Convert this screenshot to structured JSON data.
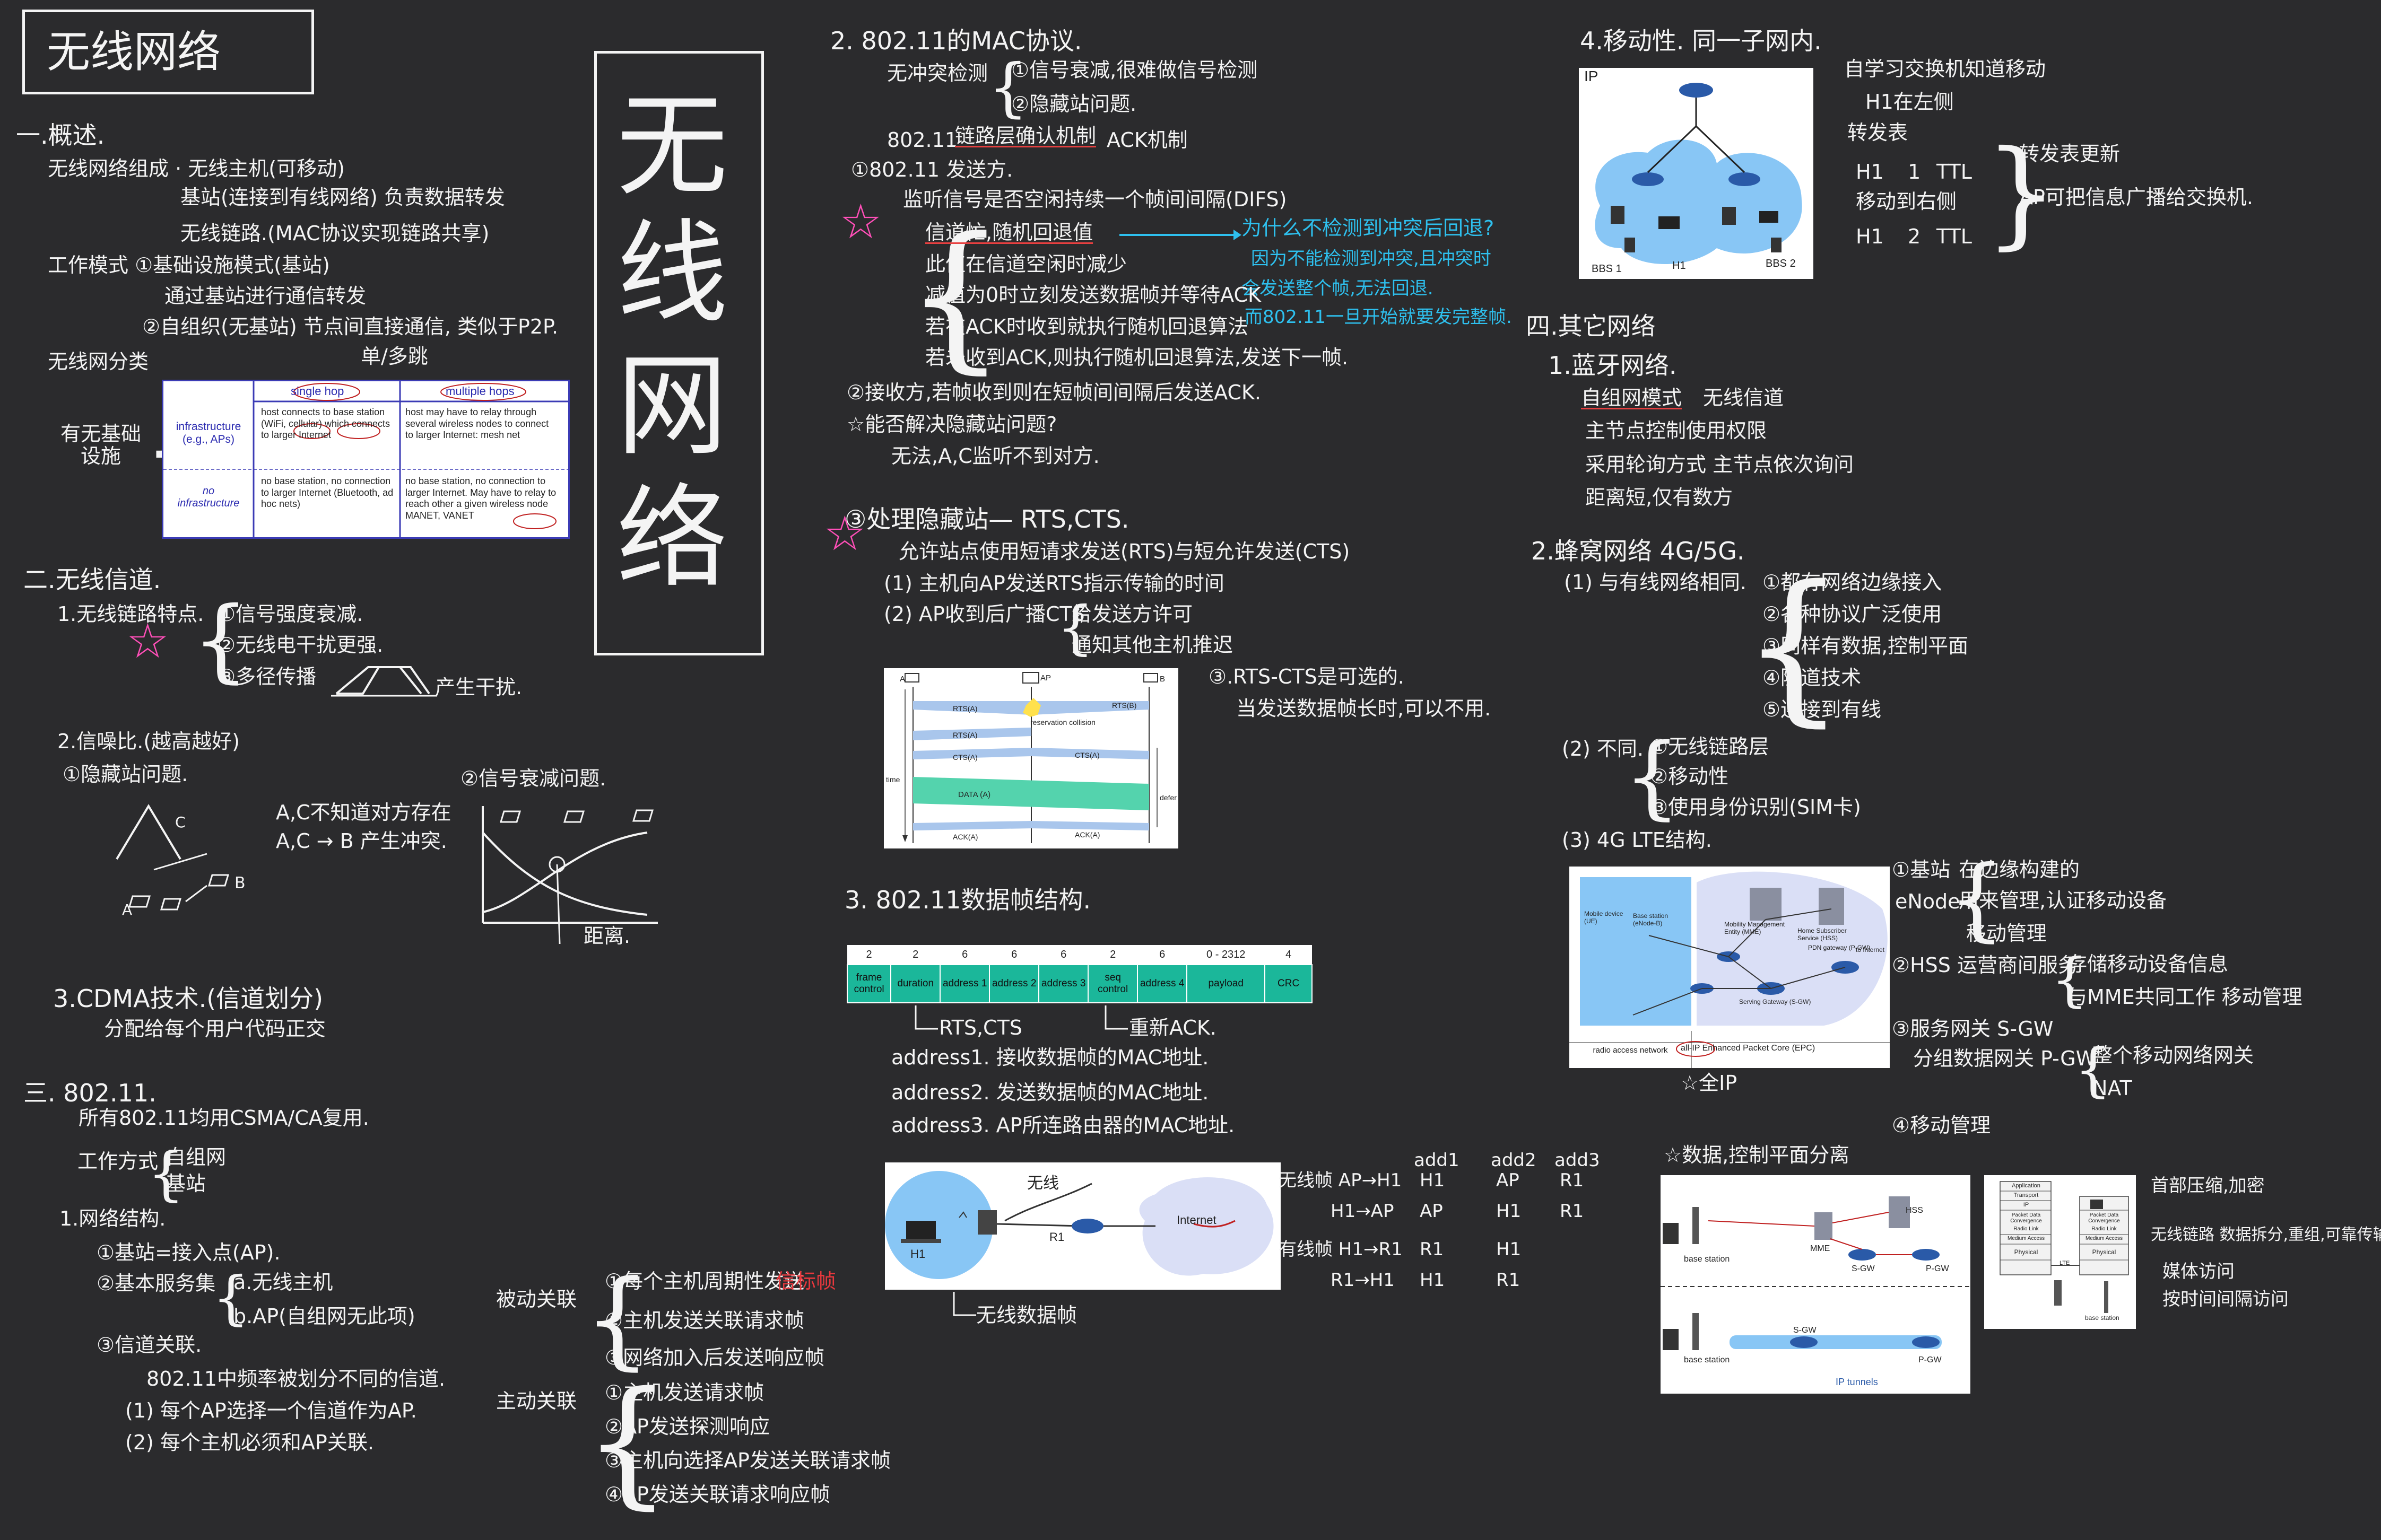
{
  "title": "无线网络",
  "vertical_title": [
    "无",
    "线",
    "网",
    "络"
  ],
  "col1": {
    "s1_head": "一.概述.",
    "s1_l1": "无线网络组成 · 无线主机(可移动)",
    "s1_l2": "基站(连接到有线网络) 负责数据转发",
    "s1_l3": "无线链路.(MAC协议实现链路共享)",
    "s1_l4": "工作模式 ①基础设施模式(基站)",
    "s1_l5": "通过基站进行通信转发",
    "s1_l6": "②自组织(无基站) 节点间直接通信, 类似于P2P.",
    "s1_l7": "无线网分类",
    "s1_l8": "单/多跳",
    "s1_l9": "有无基础设施",
    "table": {
      "h1": "single hop",
      "h2": "multiple hops",
      "r1": "infrastructure (e.g., APs)",
      "r2": "no infrastructure",
      "c11": "host connects to base station (WiFi, cellular) which connects to larger Internet",
      "c12": "host may have to relay through several wireless nodes to connect to larger Internet: mesh net",
      "c21": "no base station, no connection to larger Internet (Bluetooth, ad hoc nets)",
      "c22": "no base station, no connection to larger Internet. May have to relay to reach other a given wireless node MANET, VANET"
    },
    "s2_head": "二.无线信道.",
    "s2_l1": "1.无线链路特点.",
    "s2_l2": "①信号强度衰减.",
    "s2_l3": "②无线电干扰更强.",
    "s2_l4": "③多径传播",
    "s2_l4b": "产生干扰.",
    "s2_l5": "2.信噪比.(越高越好)",
    "s2_l6": "①隐藏站问题.",
    "s2_l7": "A,C不知道对方存在",
    "s2_l8": "A,C → B 产生冲突.",
    "s2_l9": "②信号衰减问题.",
    "s2_l9b": "距离.",
    "s2_l10": "3.CDMA技术.(信道划分)",
    "s2_l11": "分配给每个用户代码正交",
    "s3_head": "三. 802.11.",
    "s3_l1": "所有802.11均用CSMA/CA复用.",
    "s3_l2": "工作方式",
    "s3_l2a": "自组网",
    "s3_l2b": "基站",
    "s3_l3": "1.网络结构.",
    "s3_l4": "①基站=接入点(AP).",
    "s3_l5": "②基本服务集",
    "s3_l5a": "a.无线主机",
    "s3_l5b": "b.AP(自组网无此项)",
    "s3_l6": "③信道关联.",
    "s3_l7": "802.11中频率被划分不同的信道.",
    "s3_l8": "(1) 每个AP选择一个信道作为AP.",
    "s3_l9": "(2) 每个主机必须和AP关联."
  },
  "col2": {
    "passive": "被动关联",
    "passive_1a": "①每个主机周期性发送",
    "passive_1b": "信标帧",
    "passive_2": "②主机发送关联请求帧",
    "passive_3": "③网络加入后发送响应帧",
    "active": "主动关联",
    "active_1": "①主机发送请求帧",
    "active_2": "②AP发送探测响应",
    "active_3": "③主机向选择AP发送关联请求帧",
    "active_4": "④AP发送关联请求响应帧",
    "mac_head": "2. 802.11的MAC协议.",
    "mac_l1": "无冲突检测",
    "mac_l1a": "①信号衰减,很难做信号检测",
    "mac_l1b": "②隐藏站问题.",
    "mac_l2a": "802.11",
    "mac_l2b": "链路层确认机制",
    "mac_l2c": "ACK机制",
    "mac_l3": "①802.11 发送方.",
    "mac_l4": "监听信号是否空闲持续一个帧间间隔(DIFS)",
    "mac_l5a": "信道忙,随机回退值",
    "mac_l5b": "为什么不检测到冲突后回退?",
    "mac_l5c": "因为不能检测到冲突,且冲突时",
    "mac_l5d": "会发送整个帧,无法回退.",
    "mac_l5e": "而802.11一旦开始就要发完整帧.",
    "mac_l6": "此值在信道空闲时减少",
    "mac_l7": "减值为0时立刻发送数据帧并等待ACK",
    "mac_l8": "若在ACK时收到就执行随机回退算法",
    "mac_l9": "若未收到ACK,则执行随机回退算法,发送下一帧.",
    "mac_l10": "②接收方,若帧收到则在短帧间间隔后发送ACK.",
    "mac_l11": "☆能否解决隐藏站问题?",
    "mac_l12": "无法,A,C监听不到对方.",
    "rts_head": "③处理隐藏站— RTS,CTS.",
    "rts_l1": "允许站点使用短请求发送(RTS)与短允许发送(CTS)",
    "rts_l2": "(1) 主机向AP发送RTS指示传输的时间",
    "rts_l3": "(2) AP收到后广播CTS",
    "rts_l3a": "给发送方许可",
    "rts_l3b": "通知其他主机推迟",
    "rts_note1": "③.RTS-CTS是可选的.",
    "rts_note2": "当发送数据帧长时,可以不用.",
    "frame_head": "3. 802.11数据帧结构.",
    "frame_sizes": [
      "2",
      "2",
      "6",
      "6",
      "6",
      "2",
      "6",
      "0 - 2312",
      "4"
    ],
    "frame_fields": [
      "frame control",
      "duration",
      "address 1",
      "address 2",
      "address 3",
      "seq control",
      "address 4",
      "payload",
      "CRC"
    ],
    "frame_note1": "RTS,CTS",
    "frame_note2": "重新ACK.",
    "addr1": "address1. 接收数据帧的MAC地址.",
    "addr2": "address2. 发送数据帧的MAC地址.",
    "addr3": "address3. AP所连路由器的MAC地址.",
    "net_h1": "H1",
    "net_r1": "R1",
    "net_internet": "Internet",
    "net_wireless": "无线",
    "net_caption": "无线数据帧",
    "tbl_h": [
      "add1",
      "add2",
      "add3"
    ],
    "tbl_rows": [
      {
        "label": "无线帧 AP→H1",
        "v": [
          "H1",
          "AP",
          "R1"
        ]
      },
      {
        "label": "H1→AP",
        "v": [
          "AP",
          "H1",
          "R1"
        ]
      },
      {
        "label": "有线帧 H1→R1",
        "v": [
          "R1",
          "H1",
          ""
        ]
      },
      {
        "label": "R1→H1",
        "v": [
          "H1",
          "R1",
          ""
        ]
      }
    ]
  },
  "rts_fig": {
    "a": "A",
    "ap": "AP",
    "b": "B",
    "rts_a": "RTS(A)",
    "rts_b": "RTS(B)",
    "collision": "reservation collision",
    "cts1": "CTS(A)",
    "cts2": "CTS(A)",
    "data": "DATA (A)",
    "ack1": "ACK(A)",
    "ack2": "ACK(A)",
    "time": "time",
    "defer": "defer"
  },
  "col3": {
    "mob_head": "4.移动性. 同一子网内.",
    "mob_ip": "IP",
    "mob_bbs1": "BBS 1",
    "mob_bbs2": "BBS 2",
    "mob_h1": "H1",
    "mob_l1": "自学习交换机知道移动",
    "mob_l2": "H1在左侧",
    "mob_l3": "转发表",
    "mob_l4a": "H1",
    "mob_l4b": "1",
    "mob_l4c": "TTL",
    "mob_l5": "移动到右侧",
    "mob_l6a": "H1",
    "mob_l6b": "2",
    "mob_l6c": "TTL",
    "mob_l7": "转发表更新",
    "mob_l8": "AP可把信息广播给交换机.",
    "other_head": "四.其它网络",
    "bt_head": "1.蓝牙网络.",
    "bt_l1a": "自组网模式",
    "bt_l1b": "无线信道",
    "bt_l2": "主节点控制使用权限",
    "bt_l3": "采用轮询方式 主节点依次询问",
    "bt_l4": "距离短,仅有数方",
    "cell_head": "2.蜂窝网络 4G/5G.",
    "cell_l1": "(1) 与有线网络相同.",
    "cell_l1a": "①都有网络边缘接入",
    "cell_l1b": "②各种协议广泛使用",
    "cell_l1c": "③同样有数据,控制平面",
    "cell_l1d": "④隧道技术",
    "cell_l1e": "⑤连接到有线",
    "cell_l2": "(2) 不同.",
    "cell_l2a": "①无线链路层",
    "cell_l2b": "②移动性",
    "cell_l2c": "③使用身份识别(SIM卡)",
    "cell_l3": "(3) 4G LTE结构.",
    "lte_l1a": "①基站",
    "lte_l1b": "eNode",
    "lte_l1c": "在边缘构建的",
    "lte_l1d": "用来管理,认证移动设备",
    "lte_l1e": "移动管理",
    "lte_l2a": "②HSS 运营商间服务",
    "lte_l2b": "存储移动设备信息",
    "lte_l2c": "与MME共同工作 移动管理",
    "lte_l3a": "③服务网关 S-GW",
    "lte_l3b": "分组数据网关 P-GW",
    "lte_l3c": "整个移动网络网关",
    "lte_l3d": "NAT",
    "lte_l4": "④移动管理",
    "lte_allip": "☆全IP",
    "lte_fig": {
      "mobile": "Mobile device (UE)",
      "bs": "Base station (eNode-B)",
      "mme": "Mobility Management Entity (MME)",
      "hss": "Home Subscriber Service (HSS)",
      "pgw": "PDN gateway (P-GW)",
      "sgw": "Serving Gateway (S-GW)",
      "internet": "to Internet",
      "radio": "radio access network",
      "epc": "all-IP Enhanced Packet Core (EPC)"
    },
    "plane_head": "☆数据,控制平面分离",
    "plane_fig": {
      "bs": "base station",
      "mme": "MME",
      "hss": "HSS",
      "sgw": "S-GW",
      "pgw": "P-GW",
      "tunnels": "IP tunnels",
      "app": "Application",
      "transport": "Transport",
      "ip": "IP",
      "pdc": "Packet Data Convergence",
      "rlink": "Radio Link",
      "mac": "Medium Access",
      "phy": "Physical",
      "lte": "LTE"
    },
    "stack_l1": "首部压缩,加密",
    "stack_l2": "无线链路 数据拆分,重组,可靠传输",
    "stack_l3": "媒体访问",
    "stack_l4": "按时间间隔访问"
  },
  "colors": {
    "bg": "#2b2b2d",
    "ink": "#f4f4f4",
    "pink": "#ff4fb8",
    "blue": "#2ec0ee",
    "red": "#e8383d",
    "teal": "#1bb79a"
  }
}
